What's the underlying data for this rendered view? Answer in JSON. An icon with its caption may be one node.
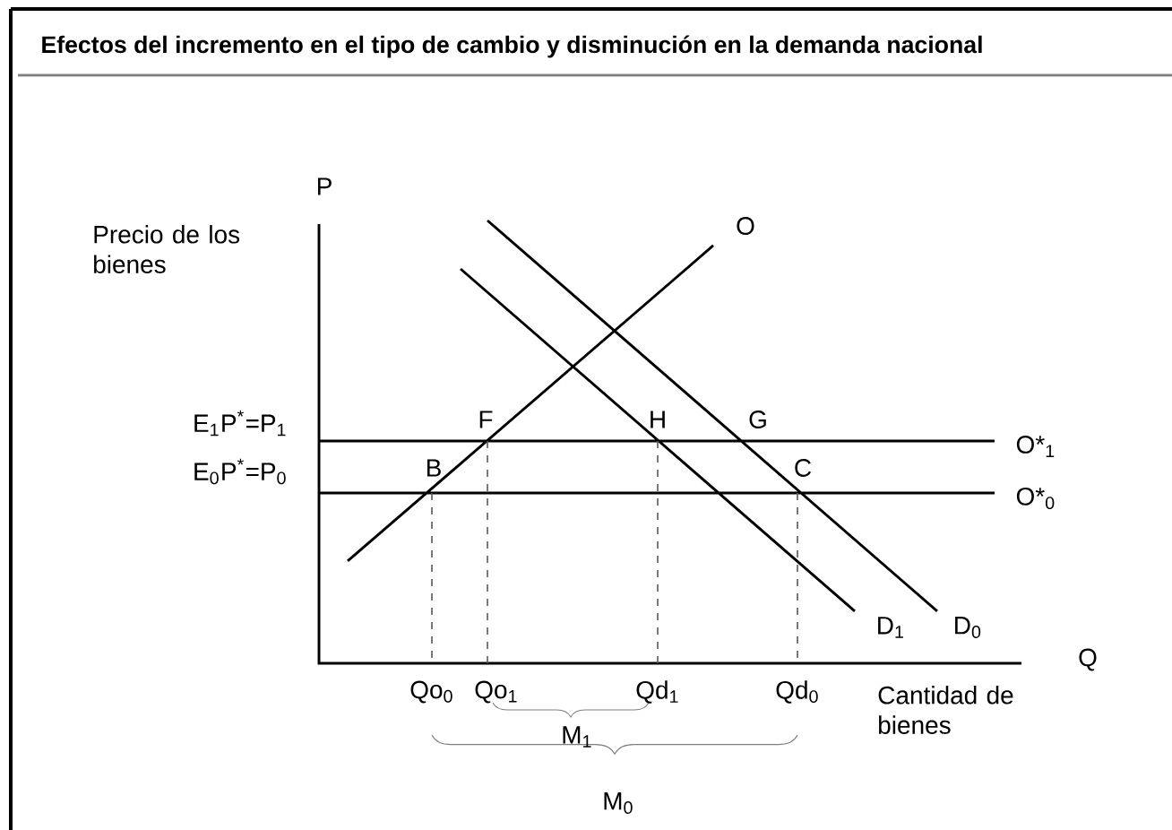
{
  "diagram": {
    "title": "Efectos del incremento en el tipo de cambio y disminución en la demanda nacional",
    "labels": [
      "P",
      "Precio de los bienes",
      "O",
      "E$_{1}$P$^{*}$=P$_{1}$",
      "F",
      "H",
      "G",
      "O*$_{1}$",
      "E$_{0}$P$^{*}$=P$_{0}$",
      "B",
      "C",
      "O*$_{0}$",
      "D$_{1}$",
      "D$_{0}$",
      "Q",
      "Qo$_{0}$",
      "Qo$_{1}$",
      "Qd$_{1}$",
      "Qd$_{0}$",
      "Cantidad de bienes",
      "M$_{1}$",
      "M$_{0}$"
    ]
  }
}
